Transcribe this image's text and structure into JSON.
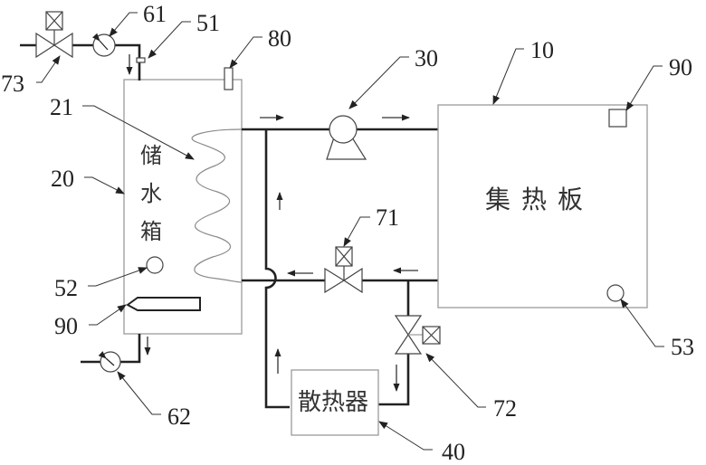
{
  "diagram": {
    "type": "solar water heating system schematic",
    "components": {
      "collector": {
        "ref": "10",
        "label": "集热板"
      },
      "tank": {
        "ref": "20",
        "label": [
          "储",
          "水",
          "箱"
        ]
      },
      "coil": {
        "ref": "21"
      },
      "pump": {
        "ref": "30"
      },
      "radiator": {
        "ref": "40",
        "label": "散热器"
      },
      "sensor_inlet": {
        "ref": "51"
      },
      "sensor_tank": {
        "ref": "52"
      },
      "sensor_collector": {
        "ref": "53"
      },
      "gauge_inlet": {
        "ref": "61"
      },
      "gauge_outlet": {
        "ref": "62"
      },
      "valve_main": {
        "ref": "71"
      },
      "valve_radiator": {
        "ref": "72"
      },
      "valve_inlet": {
        "ref": "73"
      },
      "vent": {
        "ref": "80"
      },
      "heater_tank": {
        "ref": "90"
      },
      "heater_collector": {
        "ref": "90"
      }
    }
  }
}
